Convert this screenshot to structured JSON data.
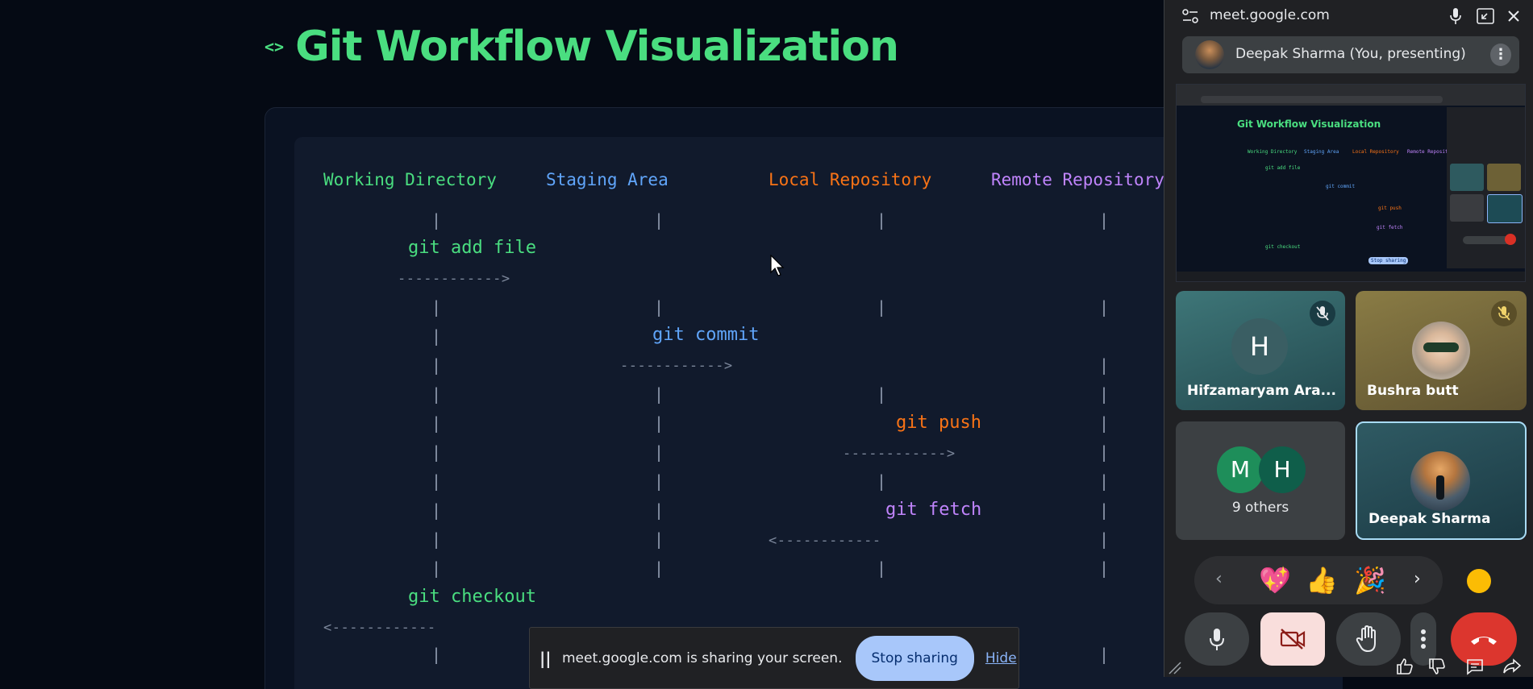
{
  "presentation": {
    "code_icon": "<>",
    "title": "Git Workflow Visualization",
    "columns": {
      "working_directory": "Working Directory",
      "staging_area": "Staging Area",
      "local_repository": "Local Repository",
      "remote_repository": "Remote Repository"
    },
    "pipe": "|",
    "commands": {
      "add": "git add file",
      "commit": "git commit",
      "push": "git push",
      "fetch": "git fetch",
      "checkout": "git checkout"
    },
    "arrows": {
      "add": "------------>",
      "commit": "------------>",
      "push": "------------>",
      "fetch": "<------------",
      "checkout": "<------------"
    },
    "colors": {
      "green": "#4ade80",
      "blue": "#60a5fa",
      "orange": "#f97316",
      "purple": "#c084fc"
    }
  },
  "share_bar": {
    "pause_icon": "||",
    "message": "meet.google.com is sharing your screen.",
    "stop_label": "Stop sharing",
    "hide_label": "Hide"
  },
  "meet": {
    "url": "meet.google.com",
    "presenter_label": "Deepak Sharma (You, presenting)",
    "menu_glyph": "⋮",
    "thumbnail": {
      "title": "Git Workflow Visualization",
      "col1": "Working Directory",
      "col2": "Staging Area",
      "col3": "Local Repository",
      "col4": "Remote Repository",
      "cmd1": "git add file",
      "cmd2": "git commit",
      "cmd3": "git push",
      "cmd4": "git fetch",
      "cmd5": "git checkout",
      "stop": "Stop sharing"
    },
    "participants": [
      {
        "name": "Hifzamaryam Ara...",
        "initial": "H"
      },
      {
        "name": "Bushra butt"
      },
      {
        "name": "9 others",
        "initials": [
          "M",
          "H"
        ]
      },
      {
        "name": "Deepak Sharma"
      }
    ],
    "reactions": {
      "prev": "‹",
      "next": "›",
      "emojis": [
        "💖",
        "👍",
        "🎉"
      ]
    }
  }
}
